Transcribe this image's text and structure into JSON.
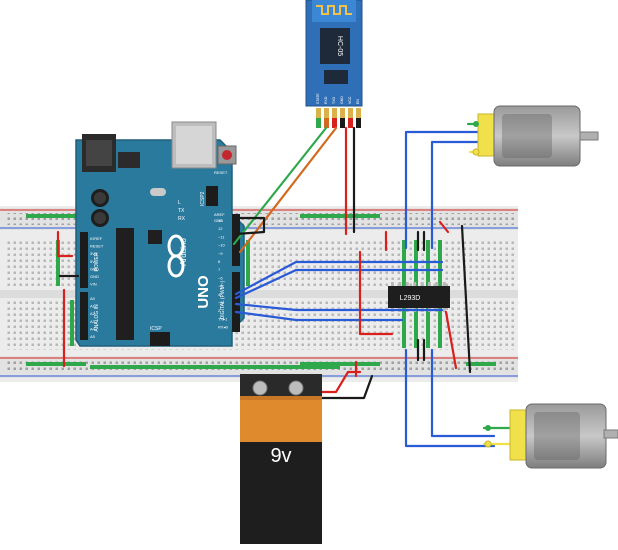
{
  "bluetooth_module": {
    "label": "HC-05",
    "pins": [
      "STATE",
      "RXD",
      "TXD",
      "GND",
      "VCC",
      "EN"
    ]
  },
  "arduino": {
    "logo_text": "UNO",
    "brand": "Arduino",
    "reset_label": "RESET",
    "icsp_label": "ICSP",
    "icsp2_label": "ICSP2",
    "digital_label": "DIGITAL (PWM~)",
    "power_label": "POWER",
    "analog_label": "ANALOG IN",
    "tx_label": "TX",
    "rx_label": "RX",
    "l_label": "L",
    "aref_label": "AREF",
    "gnd_label": "GND",
    "digital_pins": [
      "13",
      "12",
      "~11",
      "~10",
      "~9",
      "8",
      "7",
      "~6",
      "~5",
      "4",
      "~3",
      "2",
      "TX▸1",
      "RX◂0"
    ],
    "power_pins": [
      "IOREF",
      "RESET",
      "3V3",
      "5V",
      "GND",
      "GND",
      "VIN"
    ],
    "analog_pins": [
      "A0",
      "A1",
      "A2",
      "A3",
      "A4",
      "A5"
    ]
  },
  "driver_chip": {
    "label": "L293D"
  },
  "battery": {
    "label": "9v"
  },
  "colors": {
    "wire_red": "#d8201c",
    "wire_black": "#1a1a1a",
    "wire_blue": "#2a5bd7",
    "wire_green": "#2ea84a",
    "wire_orange": "#d2691e",
    "arduino_blue": "#2a7a9e",
    "motor_yellow": "#f0e04a",
    "battery_orange": "#e08a2e"
  }
}
